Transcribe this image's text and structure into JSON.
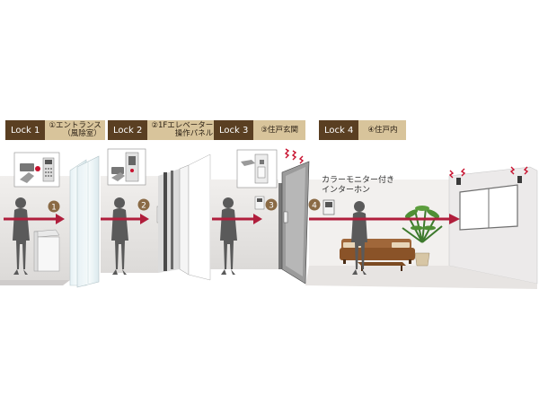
{
  "locks": [
    {
      "tag": "Lock 1",
      "area": "①エントランス",
      "area_sub": "（風除室）"
    },
    {
      "tag": "Lock 2",
      "area": "②1Fエレベーター",
      "area_sub": "操作パネル"
    },
    {
      "tag": "Lock 3",
      "area": "③住戸玄関",
      "area_sub": ""
    },
    {
      "tag": "Lock 4",
      "area": "④住戸内",
      "area_sub": ""
    }
  ],
  "markers": [
    "1",
    "2",
    "3",
    "4"
  ],
  "intercom_caption": {
    "line1": "カラーモニター付き",
    "line2": "インターホン"
  },
  "colors": {
    "lock_tag": "#5a3f22",
    "lock_area": "#d8c49b",
    "arrow": "#b01e3c",
    "marker": "#8a6a45",
    "silhouette": "#5a5a5a",
    "alarm": "#c8102e"
  }
}
